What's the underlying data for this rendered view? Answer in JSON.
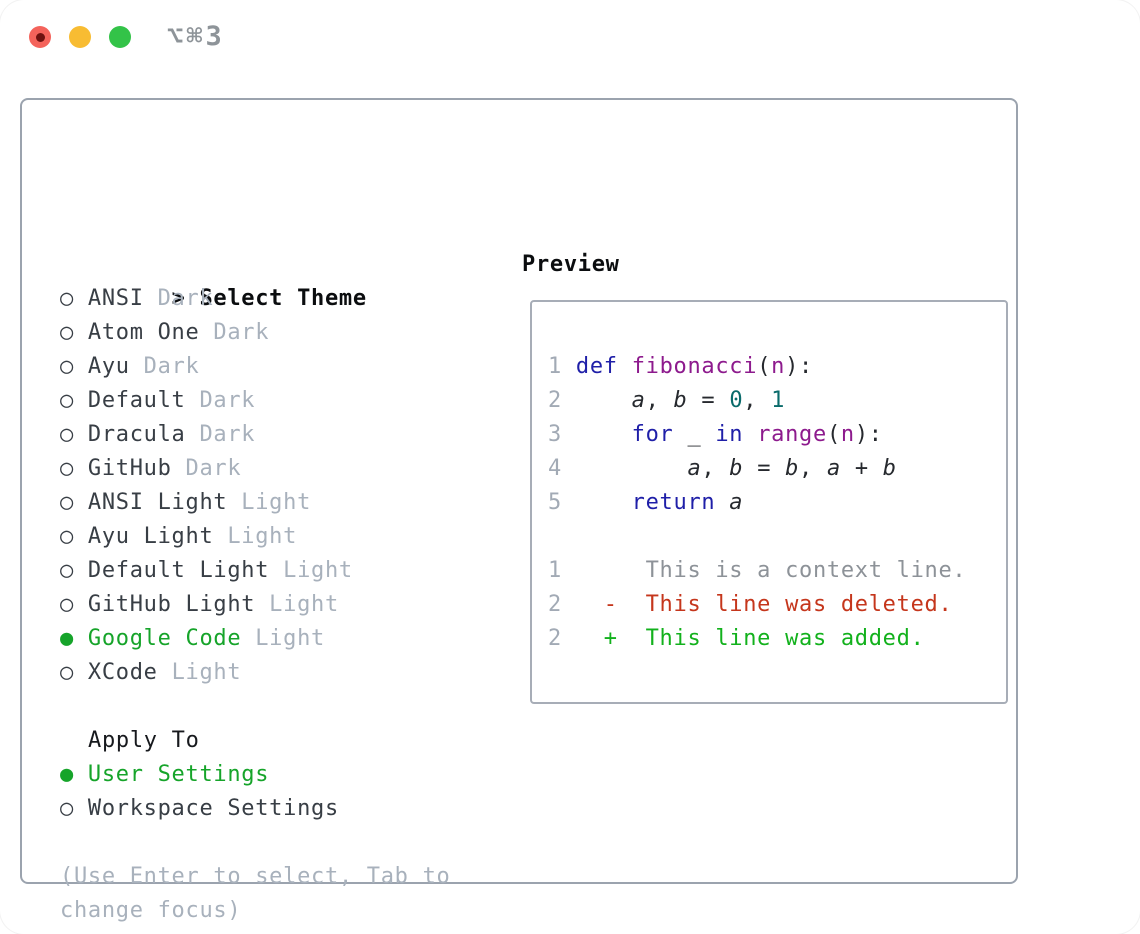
{
  "window": {
    "title": "⌥⌘3"
  },
  "theme_picker": {
    "prompt": ">",
    "title": "Select Theme",
    "radio_selected": "●",
    "radio_unselected": "○",
    "items": [
      {
        "name": "ANSI",
        "variant": "Dark",
        "selected": false
      },
      {
        "name": "Atom One",
        "variant": "Dark",
        "selected": false
      },
      {
        "name": "Ayu",
        "variant": "Dark",
        "selected": false
      },
      {
        "name": "Default",
        "variant": "Dark",
        "selected": false
      },
      {
        "name": "Dracula",
        "variant": "Dark",
        "selected": false
      },
      {
        "name": "GitHub",
        "variant": "Dark",
        "selected": false
      },
      {
        "name": "ANSI Light",
        "variant": "Light",
        "selected": false
      },
      {
        "name": "Ayu Light",
        "variant": "Light",
        "selected": false
      },
      {
        "name": "Default Light",
        "variant": "Light",
        "selected": false
      },
      {
        "name": "GitHub Light",
        "variant": "Light",
        "selected": false
      },
      {
        "name": "Google Code",
        "variant": "Light",
        "selected": true
      },
      {
        "name": "XCode",
        "variant": "Light",
        "selected": false
      }
    ]
  },
  "apply_to": {
    "title": "Apply To",
    "options": [
      {
        "label": "User Settings",
        "selected": true
      },
      {
        "label": "Workspace Settings",
        "selected": false
      }
    ]
  },
  "hint": "(Use Enter to select, Tab to change focus)",
  "preview": {
    "title": "Preview",
    "code_lines": [
      {
        "num": "1",
        "tokens": [
          {
            "text": "def",
            "cls": "kw"
          },
          {
            "text": " ",
            "cls": "plain"
          },
          {
            "text": "fibonacci",
            "cls": "fn"
          },
          {
            "text": "(",
            "cls": "plain"
          },
          {
            "text": "n",
            "cls": "fn"
          },
          {
            "text": "):",
            "cls": "plain"
          }
        ]
      },
      {
        "num": "2",
        "tokens": [
          {
            "text": "    ",
            "cls": "plain"
          },
          {
            "text": "a",
            "cls": "var"
          },
          {
            "text": ", ",
            "cls": "plain"
          },
          {
            "text": "b",
            "cls": "var"
          },
          {
            "text": " = ",
            "cls": "plain"
          },
          {
            "text": "0",
            "cls": "lit"
          },
          {
            "text": ", ",
            "cls": "plain"
          },
          {
            "text": "1",
            "cls": "lit"
          }
        ]
      },
      {
        "num": "3",
        "tokens": [
          {
            "text": "    ",
            "cls": "plain"
          },
          {
            "text": "for",
            "cls": "kw"
          },
          {
            "text": " _ ",
            "cls": "plain"
          },
          {
            "text": "in",
            "cls": "kw"
          },
          {
            "text": " ",
            "cls": "plain"
          },
          {
            "text": "range",
            "cls": "fn"
          },
          {
            "text": "(",
            "cls": "plain"
          },
          {
            "text": "n",
            "cls": "fn"
          },
          {
            "text": "):",
            "cls": "plain"
          }
        ]
      },
      {
        "num": "4",
        "tokens": [
          {
            "text": "        ",
            "cls": "plain"
          },
          {
            "text": "a",
            "cls": "var"
          },
          {
            "text": ", ",
            "cls": "plain"
          },
          {
            "text": "b",
            "cls": "var"
          },
          {
            "text": " = ",
            "cls": "plain"
          },
          {
            "text": "b",
            "cls": "var"
          },
          {
            "text": ", ",
            "cls": "plain"
          },
          {
            "text": "a",
            "cls": "var"
          },
          {
            "text": " + ",
            "cls": "plain"
          },
          {
            "text": "b",
            "cls": "var"
          }
        ]
      },
      {
        "num": "5",
        "tokens": [
          {
            "text": "    ",
            "cls": "plain"
          },
          {
            "text": "return",
            "cls": "kw"
          },
          {
            "text": " ",
            "cls": "plain"
          },
          {
            "text": "a",
            "cls": "var"
          }
        ]
      }
    ],
    "diff_lines": [
      {
        "num": "1",
        "prefix": "     ",
        "text": "This is a context line.",
        "kind": "context"
      },
      {
        "num": "2",
        "prefix": "  -  ",
        "text": "This line was deleted.",
        "kind": "deleted"
      },
      {
        "num": "2",
        "prefix": "  +  ",
        "text": "This line was added.",
        "kind": "added"
      }
    ]
  },
  "colors": {
    "accent_green": "#16a42a",
    "added_green": "#12b11c",
    "deleted_red": "#c5361c",
    "keyword_blue": "#1f1fa8",
    "function_purple": "#8d1a8d",
    "literal_teal": "#0a6b6b",
    "muted_gray": "#a8b1bc",
    "line_number_gray": "#a2aab5",
    "context_gray": "#8d9298",
    "text_dark": "#383e45",
    "code_plain": "#26292e",
    "header_black": "#0b0d0f",
    "subheader_black": "#17191d",
    "panel_border": "#9ba3ae",
    "preview_border": "#a7adb7",
    "title_gray": "#8e9499",
    "light_red": "#f4635b",
    "light_red_dot": "#6e1210",
    "light_yellow": "#f8bc32",
    "light_green": "#33c348"
  }
}
